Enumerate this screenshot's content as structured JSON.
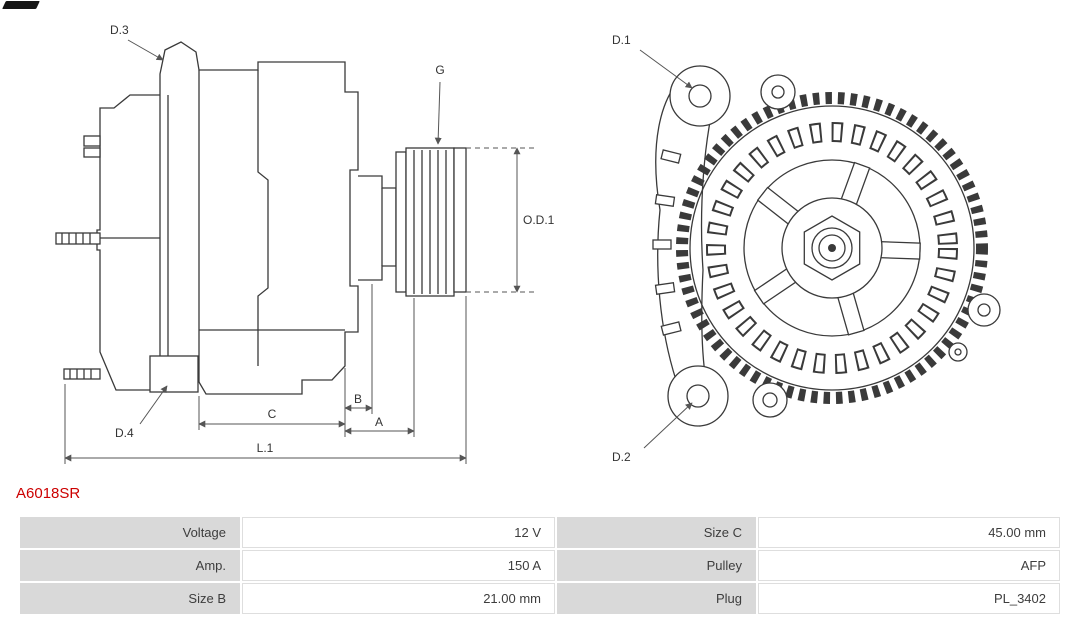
{
  "part_number": "A6018SR",
  "colors": {
    "part_number_red": "#cc0000",
    "table_label_bg": "#d9d9d9",
    "line_color": "#3a3a3a"
  },
  "drawing": {
    "side_labels": {
      "d3": "D.3",
      "d4": "D.4",
      "g": "G",
      "od1": "O.D.1",
      "c": "C",
      "b": "B",
      "a": "A",
      "l1": "L.1"
    },
    "rear_labels": {
      "d1": "D.1",
      "d2": "D.2"
    }
  },
  "specs": {
    "rows": [
      {
        "label_left": "Voltage",
        "value_left": "12 V",
        "label_right": "Size C",
        "value_right": "45.00 mm"
      },
      {
        "label_left": "Amp.",
        "value_left": "150 A",
        "label_right": "Pulley",
        "value_right": "AFP"
      },
      {
        "label_left": "Size B",
        "value_left": "21.00 mm",
        "label_right": "Plug",
        "value_right": "PL_3402"
      }
    ]
  }
}
